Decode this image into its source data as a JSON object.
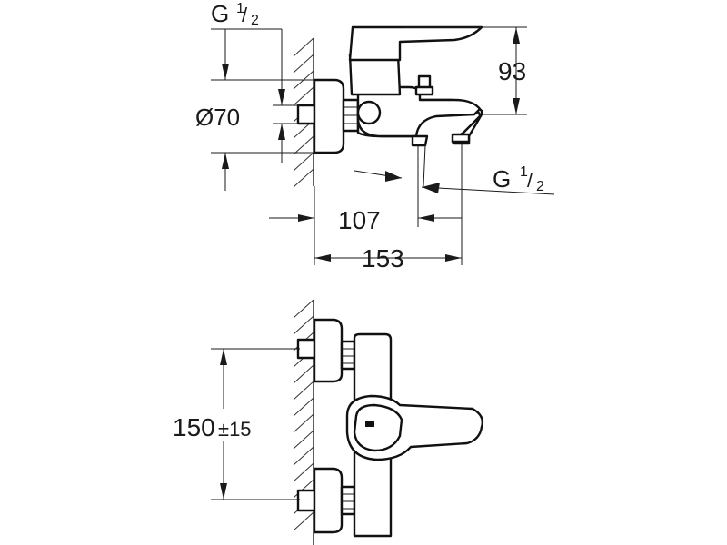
{
  "dimensions": {
    "inlet_thread_top": {
      "base": "G",
      "num": "1",
      "den": "2"
    },
    "height_93": "93",
    "diameter_70": "Ø70",
    "outlet_thread": {
      "base": "G",
      "num": "1",
      "den": "2"
    },
    "depth_107": "107",
    "depth_153": "153",
    "centers_150": "150",
    "tolerance_15": "±15"
  }
}
